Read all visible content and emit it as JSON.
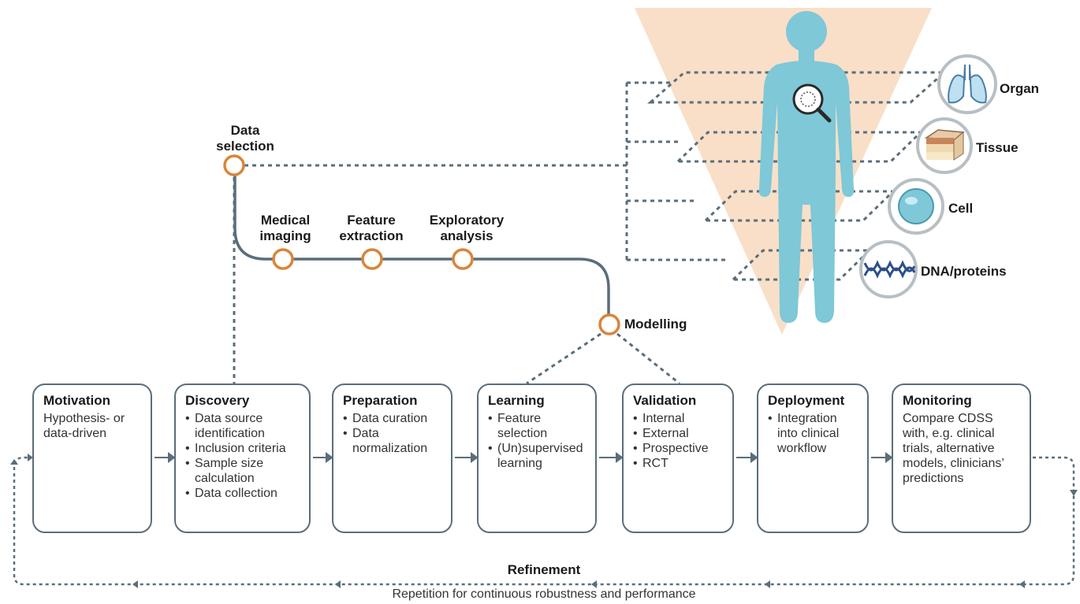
{
  "pipeline": {
    "data_selection": "Data selection",
    "medical_imaging": "Medical imaging",
    "feature_extraction": "Feature extraction",
    "exploratory_analysis": "Exploratory analysis",
    "modelling": "Modelling"
  },
  "scales": {
    "organ": "Organ",
    "tissue": "Tissue",
    "cell": "Cell",
    "dna": "DNA/proteins"
  },
  "stages": [
    {
      "title": "Motivation",
      "desc": "Hypothesis- or data-driven",
      "bullets": []
    },
    {
      "title": "Discovery",
      "desc": "",
      "bullets": [
        "Data source identification",
        "Inclusion criteria",
        "Sample size calculation",
        "Data collection"
      ]
    },
    {
      "title": "Preparation",
      "desc": "",
      "bullets": [
        "Data curation",
        "Data normalization"
      ]
    },
    {
      "title": "Learning",
      "desc": "",
      "bullets": [
        "Feature selection",
        "(Un)supervised learning"
      ]
    },
    {
      "title": "Validation",
      "desc": "",
      "bullets": [
        "Internal",
        "External",
        "Prospective",
        "RCT"
      ]
    },
    {
      "title": "Deployment",
      "desc": "",
      "bullets": [
        "Integration into clinical workflow"
      ]
    },
    {
      "title": "Monitoring",
      "desc": "Compare CDSS with, e.g. clinical trials, alternative models, clinicians’ predictions",
      "bullets": []
    }
  ],
  "refinement": {
    "title": "Refinement",
    "subtitle": "Repetition for continuous robustness and performance"
  },
  "colors": {
    "box_border": "#5a6e7a",
    "node_orange": "#d9853b",
    "dotted_line": "#5a6e7a",
    "body_blue": "#7ec8d8",
    "cone_peach": "#f9dfc8"
  }
}
